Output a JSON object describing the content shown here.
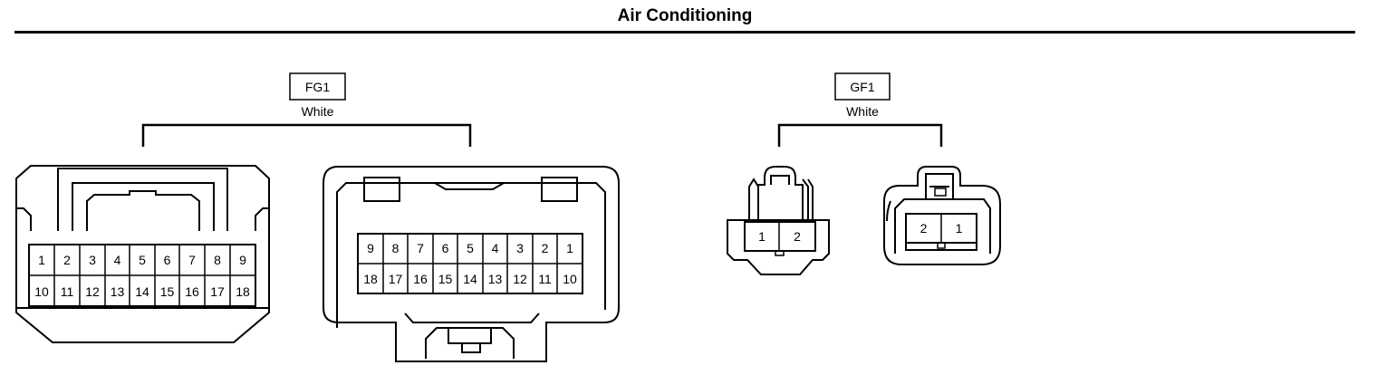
{
  "title": "Air Conditioning",
  "connectors": [
    {
      "id": "FG1",
      "color": "White",
      "male_rows": [
        [
          "1",
          "2",
          "3",
          "4",
          "5",
          "6",
          "7",
          "8",
          "9"
        ],
        [
          "10",
          "11",
          "12",
          "13",
          "14",
          "15",
          "16",
          "17",
          "18"
        ]
      ],
      "female_rows": [
        [
          "9",
          "8",
          "7",
          "6",
          "5",
          "4",
          "3",
          "2",
          "1"
        ],
        [
          "18",
          "17",
          "16",
          "15",
          "14",
          "13",
          "12",
          "11",
          "10"
        ]
      ]
    },
    {
      "id": "GF1",
      "color": "White",
      "male_pins": [
        "1",
        "2"
      ],
      "female_pins": [
        "2",
        "1"
      ]
    }
  ]
}
